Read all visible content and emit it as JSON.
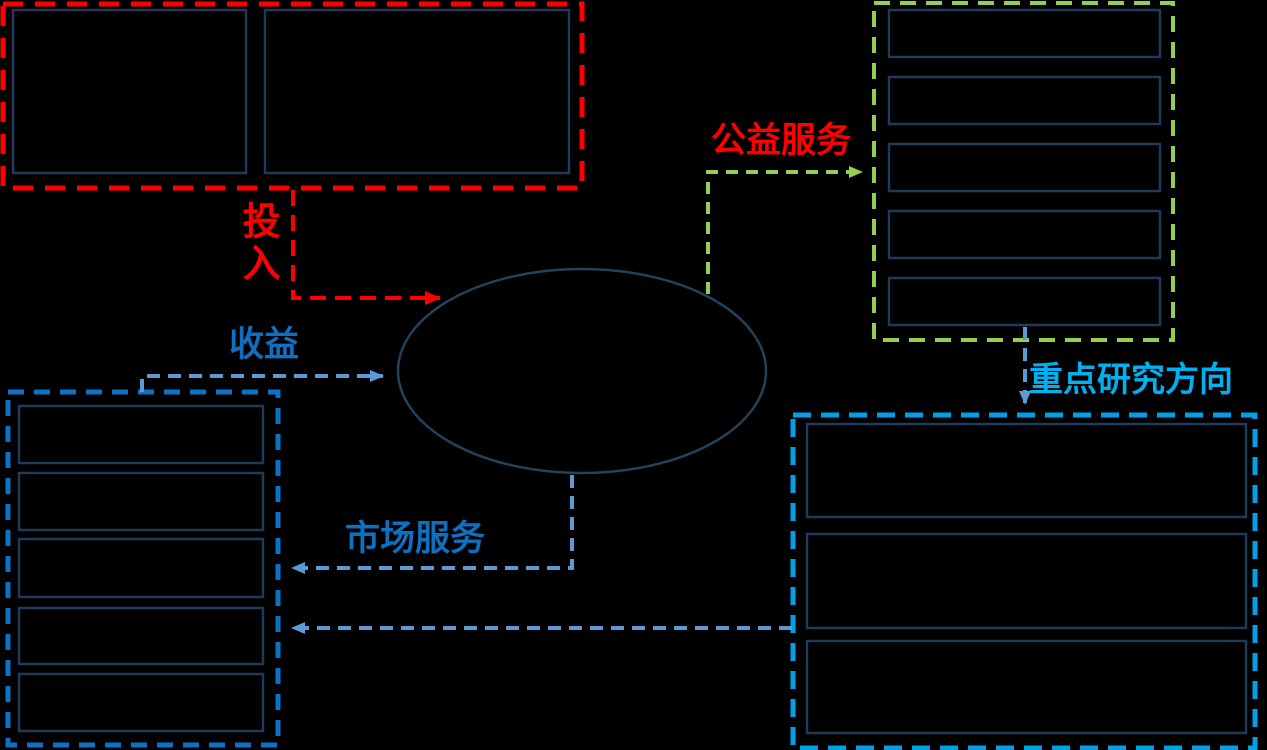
{
  "diagram": {
    "type": "flow-diagram",
    "background": "#000000",
    "labels": {
      "invest": "投入",
      "revenue": "收益",
      "public_service": "公益服务",
      "market_service": "市场服务",
      "key_research": "重点研究方向"
    },
    "center_node": {
      "shape": "ellipse",
      "text": ""
    },
    "groups": {
      "top_left": {
        "border_style": "red-dashed",
        "border_color": "#ff0000",
        "box_count": 2
      },
      "top_right": {
        "border_style": "green-dashed",
        "border_color": "#92d050",
        "box_count": 5
      },
      "bottom_left": {
        "border_style": "blue-dashed",
        "border_color": "#0d72c4",
        "box_count": 5
      },
      "bottom_right": {
        "border_style": "cyan-dashed",
        "border_color": "#00a0e8",
        "box_count": 3
      }
    },
    "connectors": [
      {
        "label": "投入",
        "color": "#ff0000",
        "from": "top-left-group",
        "to": "center-ellipse"
      },
      {
        "label": "收益",
        "color": "#5b9bd5",
        "from": "bottom-left-group",
        "to": "center-ellipse"
      },
      {
        "label": "公益服务",
        "color": "#92d050",
        "from": "center-ellipse",
        "to": "top-right-group"
      },
      {
        "label": "市场服务",
        "color": "#5b9bd5",
        "from": "center-ellipse",
        "to": "bottom-left-group"
      },
      {
        "label": "重点研究方向",
        "color": "#5b9bd5",
        "from": "top-right-group",
        "to": "bottom-right-group"
      },
      {
        "label": "",
        "color": "#5b9bd5",
        "from": "bottom-right-group",
        "to": "bottom-left-group"
      }
    ],
    "colors": {
      "invest_flow": "#ff0000",
      "public_service_flow": "#92d050",
      "service_flow": "#5b9bd5",
      "blue_label": "#0d70c0",
      "research_label": "#00b0f0",
      "item_box_border": "#1f3a5a",
      "ellipse_border": "#24425c",
      "left_group_border": "#0d72c4",
      "right_group_border": "#00a0e8"
    }
  }
}
